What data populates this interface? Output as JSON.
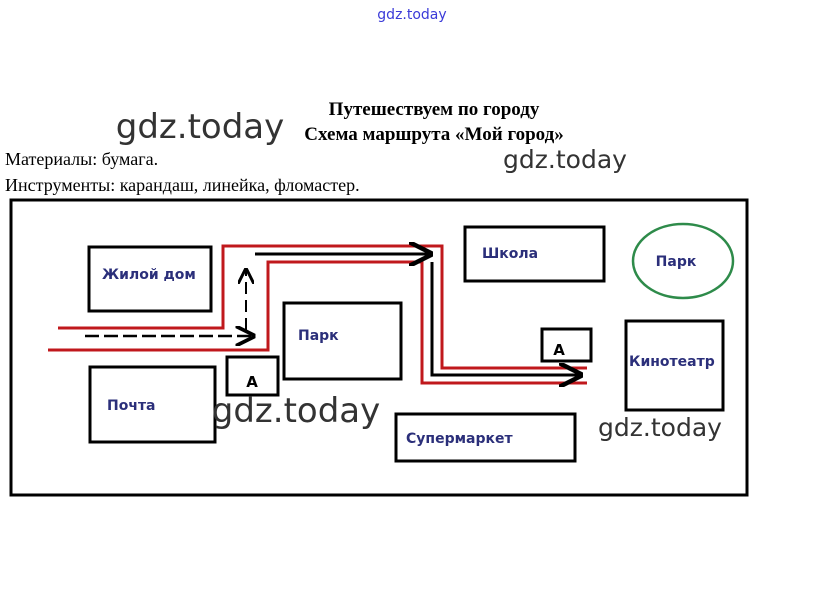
{
  "watermark": "gdz.today",
  "title": "Путешествуем по городу",
  "subtitle": "Схема маршрута «Мой город»",
  "materials": "Материалы: бумага.",
  "tools": "Инструменты: карандаш, линейка, фломастер.",
  "map": {
    "home": "Жилой дом",
    "park_center": "Парк",
    "post": "Почта",
    "stop_left": "А",
    "school": "Школа",
    "stop_right": "А",
    "park_right": "Парк",
    "cinema": "Кинотеатр",
    "supermarket": "Супермаркет"
  },
  "colors": {
    "route": "#c0181c",
    "path": "#000000",
    "label": "#2b2f7a",
    "park": "#2e8b4a",
    "watermark_top": "#3a3ad8"
  }
}
